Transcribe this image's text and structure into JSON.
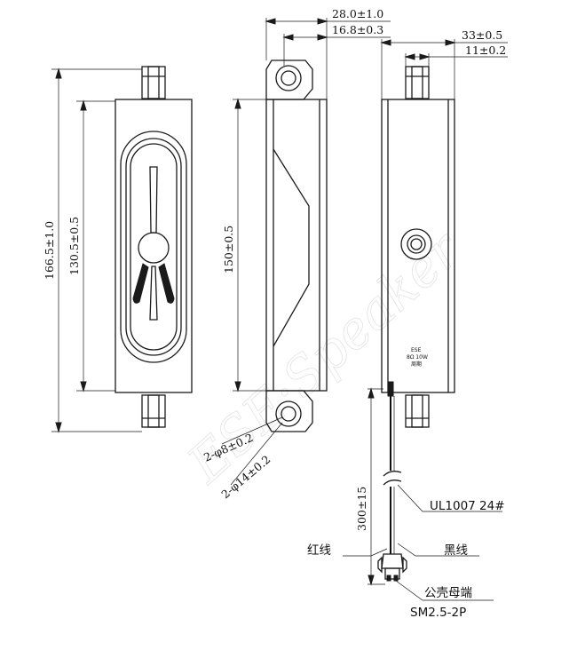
{
  "dimensions": {
    "overall_length": "166.5±1.0",
    "inner_length": "130.5±0.5",
    "side_length": "150±0.5",
    "total_width": "28.0±1.0",
    "body_width": "16.8±0.3",
    "top_width": "33±0.5",
    "tab_width": "11±0.2",
    "hole_small": "2-φ8±0.2",
    "hole_large": "2-φ14±0.2",
    "wire_length": "300±15"
  },
  "labels": {
    "wire_spec": "UL1007 24#",
    "red_wire": "红线",
    "black_wire": "黑线",
    "connector_name": "公壳母端",
    "connector_model": "SM2.5-2P"
  },
  "nameplate": {
    "brand": "ESE",
    "spec": "8Ω 10W",
    "date": "周期"
  },
  "watermark": {
    "text": "ESE·Speaker"
  }
}
